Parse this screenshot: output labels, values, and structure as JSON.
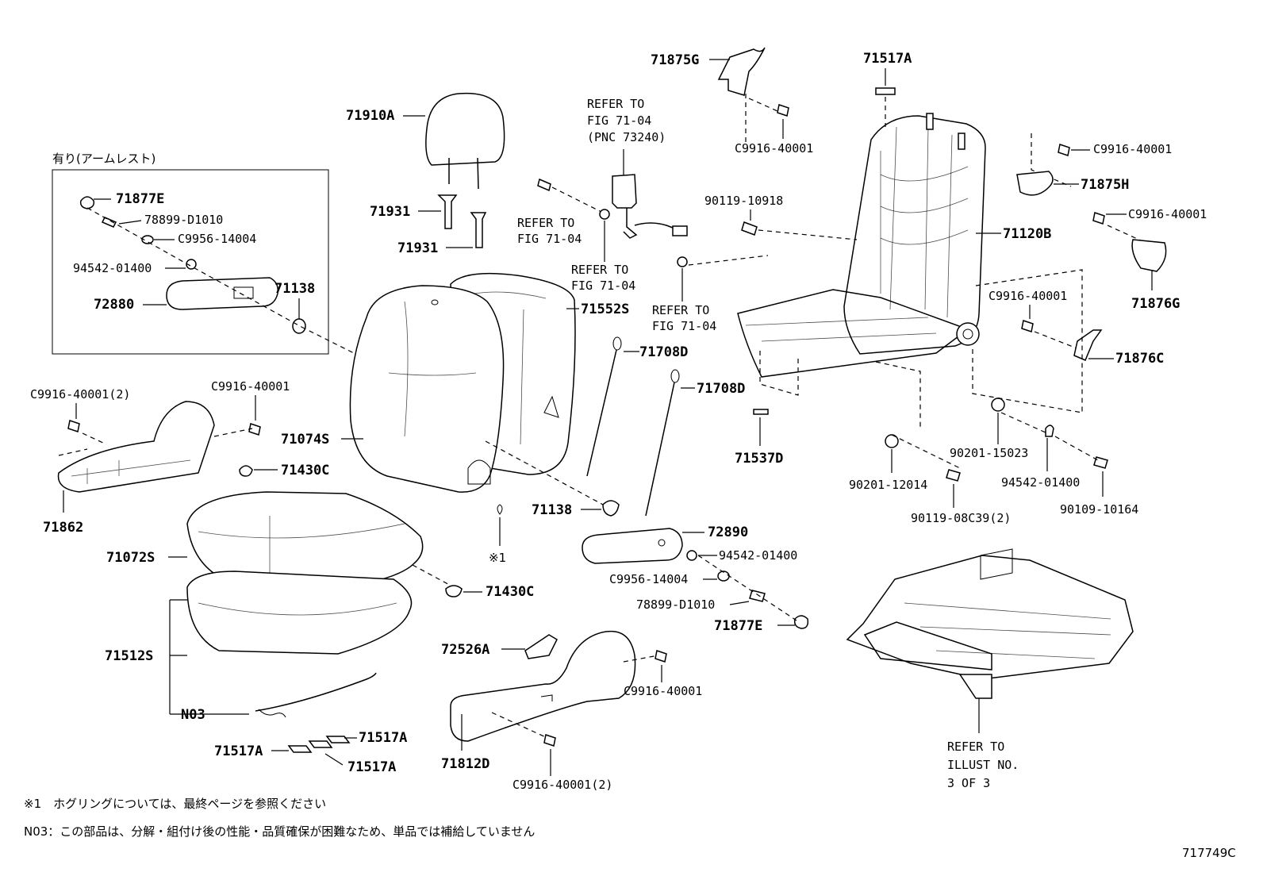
{
  "diagram": {
    "labels": {
      "p71875G": "71875G",
      "p71517A_top": "71517A",
      "p71910A": "71910A",
      "refer_1": "REFER TO",
      "refer_1b": "FIG 71-04",
      "refer_1c": "(PNC 73240)",
      "p_c9916_a": "C9916-40001",
      "p_c9916_b": "C9916-40001",
      "p71875H": "71875H",
      "p90119_10918": "90119-10918",
      "p71120B": "71120B",
      "p_c9916_c": "C9916-40001",
      "p71876G": "71876G",
      "p_c9916_d": "C9916-40001",
      "p71876C": "71876C",
      "p71931_a": "71931",
      "p71931_b": "71931",
      "refer_2": "REFER TO",
      "refer_2b": "FIG 71-04",
      "refer_3": "REFER TO",
      "refer_3b": "FIG 71-04",
      "refer_4": "REFER TO",
      "refer_4b": "FIG 71-04",
      "p71552S": "71552S",
      "armrest_box": "有り(アームレスト)",
      "p71877E_box": "71877E",
      "p78899_box": "78899-D1010",
      "p_c9956_box": "C9956-14004",
      "p94542_box": "94542-01400",
      "p72880": "72880",
      "p71138_box": "71138",
      "p71708D_a": "71708D",
      "p71708D_b": "71708D",
      "p71537D": "71537D",
      "p90201_15023": "90201-15023",
      "p90201_12014": "90201-12014",
      "p94542_right": "94542-01400",
      "p90119_08c39": "90119-08C39(2)",
      "p90109_10164": "90109-10164",
      "p_c9916_2_left": "C9916-40001(2)",
      "p_c9916_e": "C9916-40001",
      "p71074S": "71074S",
      "p71430C_a": "71430C",
      "p71862": "71862",
      "p71138_mid": "71138",
      "p72890": "72890",
      "mark1": "※1",
      "p71072S": "71072S",
      "p94542_mid": "94542-01400",
      "p71430C_b": "71430C",
      "p_c9956_mid": "C9956-14004",
      "p78899_mid": "78899-D1010",
      "p71877E_mid": "71877E",
      "p71512S": "71512S",
      "p72526A": "72526A",
      "p_c9916_f": "C9916-40001",
      "pN03": "N03",
      "p71517A_a": "71517A",
      "p71517A_b": "71517A",
      "p71517A_c": "71517A",
      "p71812D": "71812D",
      "p_c9916_2_bottom": "C9916-40001(2)",
      "refer_5": "REFER TO",
      "refer_5b": "ILLUST NO.",
      "refer_5c": "3 OF 3"
    },
    "notes": {
      "note1": "※1　ホグリングについては、最終ページを参照ください",
      "note2": "N03：この部品は、分解・組付け後の性能・品質確保が困難なため、単品では補給していません"
    },
    "figure_id": "717749C"
  }
}
